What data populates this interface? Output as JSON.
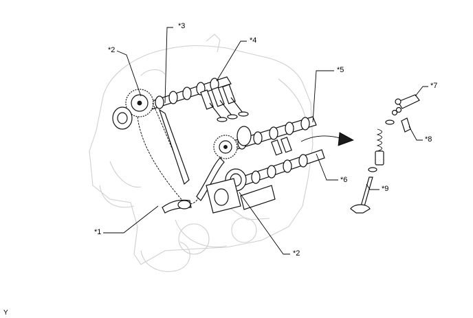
{
  "callouts": {
    "c1": "*1",
    "c2a": "*2",
    "c2b": "*2",
    "c3": "*3",
    "c4": "*4",
    "c5": "*5",
    "c6": "*6",
    "c7": "*7",
    "c8": "*8",
    "c9": "*9"
  },
  "figure_code": "Y",
  "colors": {
    "line": "#111111",
    "ghost_outline": "#cfcfcf",
    "background": "#ffffff"
  }
}
